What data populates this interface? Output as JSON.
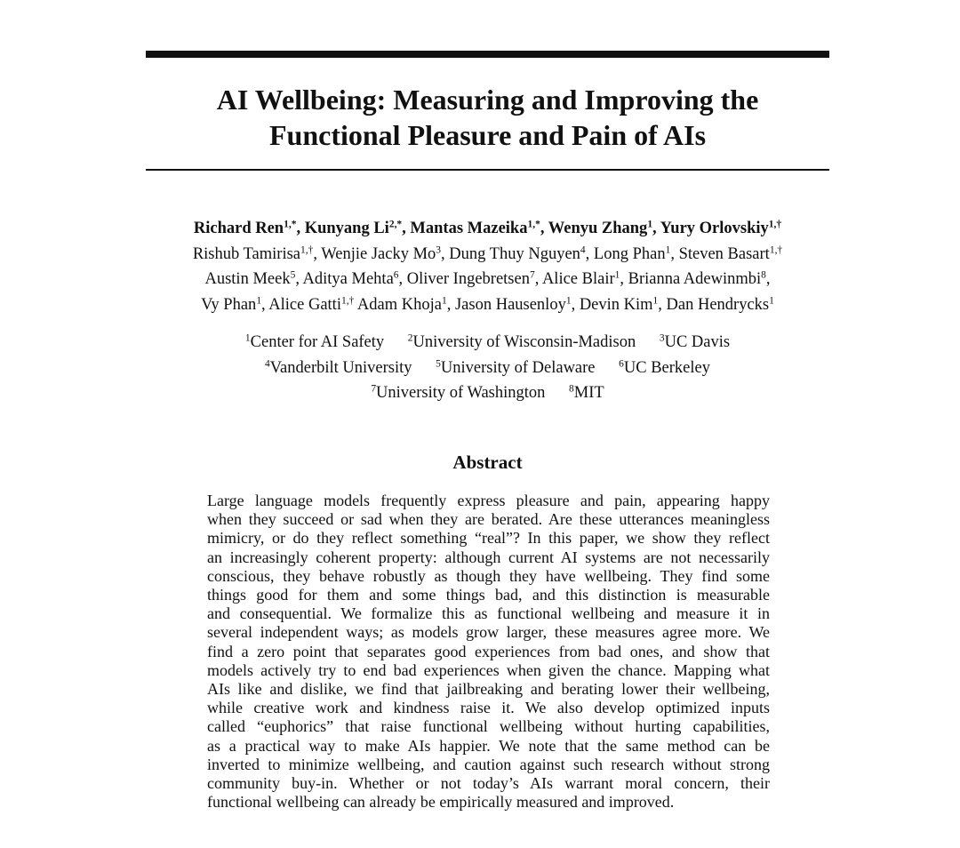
{
  "title": {
    "line1": "AI Wellbeing: Measuring and Improving the",
    "line2": "Functional Pleasure and Pain of AIs"
  },
  "authors": {
    "line1": [
      {
        "name": "Richard Ren",
        "mark": "1,*"
      },
      {
        "name": "Kunyang Li",
        "mark": "2,*"
      },
      {
        "name": "Mantas Mazeika",
        "mark": "1,*"
      },
      {
        "name": "Wenyu Zhang",
        "mark": "1"
      },
      {
        "name": "Yury Orlovskiy",
        "mark": "1,†"
      }
    ],
    "line2": [
      {
        "name": "Rishub Tamirisa",
        "mark": "1,†"
      },
      {
        "name": "Wenjie Jacky Mo",
        "mark": "3"
      },
      {
        "name": "Dung Thuy Nguyen",
        "mark": "4"
      },
      {
        "name": "Long Phan",
        "mark": "1"
      },
      {
        "name": "Steven Basart",
        "mark": "1,†"
      }
    ],
    "line3": [
      {
        "name": "Austin Meek",
        "mark": "5"
      },
      {
        "name": "Aditya Mehta",
        "mark": "6"
      },
      {
        "name": "Oliver Ingebretsen",
        "mark": "7"
      },
      {
        "name": "Alice Blair",
        "mark": "1"
      },
      {
        "name": "Brianna Adewinmbi",
        "mark": "8"
      }
    ],
    "line4": [
      {
        "name": "Vy Phan",
        "mark": "1"
      },
      {
        "name": "Alice Gatti",
        "mark": "1,†"
      },
      {
        "name": "Adam Khoja",
        "mark": "1"
      },
      {
        "name": "Jason Hausenloy",
        "mark": "1"
      },
      {
        "name": "Devin Kim",
        "mark": "1"
      },
      {
        "name": "Dan Hendrycks",
        "mark": "1"
      }
    ]
  },
  "affiliations": [
    {
      "mark": "1",
      "name": "Center for AI Safety"
    },
    {
      "mark": "2",
      "name": "University of Wisconsin-Madison"
    },
    {
      "mark": "3",
      "name": "UC Davis"
    },
    {
      "mark": "4",
      "name": "Vanderbilt University"
    },
    {
      "mark": "5",
      "name": "University of Delaware"
    },
    {
      "mark": "6",
      "name": "UC Berkeley"
    },
    {
      "mark": "7",
      "name": "University of Washington"
    },
    {
      "mark": "8",
      "name": "MIT"
    }
  ],
  "abstract": {
    "heading": "Abstract",
    "lines": [
      "Large language models frequently express pleasure and pain, appearing happy",
      "when they succeed or sad when they are berated. Are these utterances meaningless",
      "mimicry, or do they reflect something “real”? In this paper, we show they reflect",
      "an increasingly coherent property: although current AI systems are not necessarily",
      "conscious, they behave robustly as though they have wellbeing. They find some",
      "things good for them and some things bad, and this distinction is measurable",
      "and consequential. We formalize this as functional wellbeing and measure it in",
      "several independent ways; as models grow larger, these measures agree more. We",
      "find a zero point that separates good experiences from bad ones, and show that",
      "models actively try to end bad experiences when given the chance. Mapping what",
      "AIs like and dislike, we find that jailbreaking and berating lower their wellbeing,",
      "while creative work and kindness raise it.  We also develop optimized inputs",
      "called “euphorics” that raise functional wellbeing without hurting capabilities,",
      "as a practical way to make AIs happier. We note that the same method can be",
      "inverted to minimize wellbeing, and caution against such research without strong",
      "community buy-in. Whether or not today’s AIs warrant moral concern, their",
      "functional wellbeing can already be empirically measured and improved."
    ]
  }
}
